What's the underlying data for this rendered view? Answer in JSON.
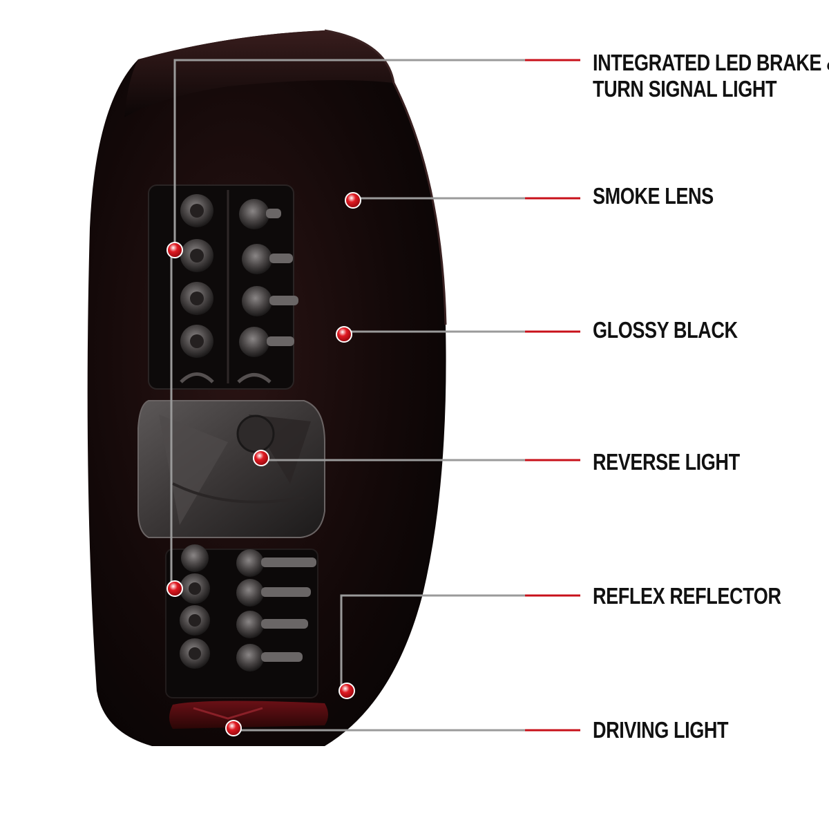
{
  "labels": {
    "integrated_led": {
      "line1": "INTEGRATED LED BRAKE &",
      "line2": "TURN SIGNAL LIGHT"
    },
    "smoke_lens": "SMOKE LENS",
    "glossy_black": "GLOSSY BLACK",
    "reverse_light": "REVERSE LIGHT",
    "reflex_reflector": "REFLEX REFLECTOR",
    "driving_light": "DRIVING LIGHT"
  },
  "colors": {
    "accent_red": "#c8101a",
    "leader_gray": "#9a9a9a",
    "body_black": "#0a0606",
    "label_text": "#111111"
  }
}
